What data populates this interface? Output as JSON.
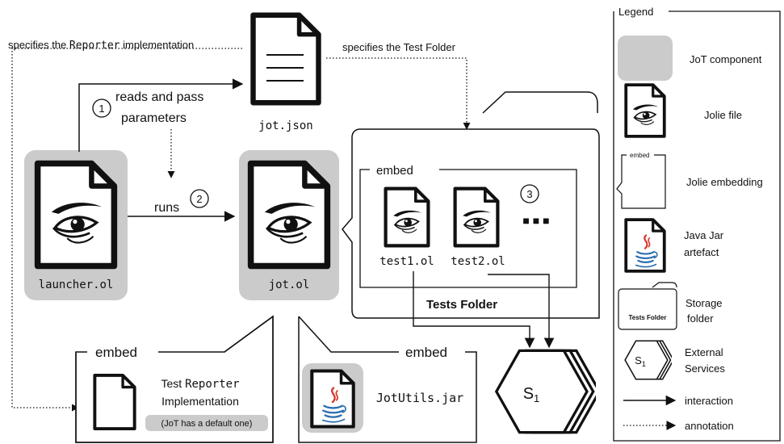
{
  "annotations": {
    "reporter_prefix": "specifies the ",
    "reporter_code": "Reporter",
    "reporter_suffix": " implementation",
    "test_folder": "specifies the Test Folder"
  },
  "steps": {
    "one": "1",
    "one_line1": "reads and pass",
    "one_line2": "parameters",
    "two": "2",
    "two_label": "runs",
    "three": "3"
  },
  "files": {
    "jot_json": "jot.json",
    "launcher": "launcher.ol",
    "jot_ol": "jot.ol",
    "test1": "test1.ol",
    "test2": "test2.ol",
    "ellipsis": "■ ■ ■",
    "jotutils": "JotUtils.jar"
  },
  "embeds": {
    "inner": "embed",
    "reporter": "embed",
    "jar": "embed"
  },
  "folder": {
    "label": "Tests Folder"
  },
  "reporter": {
    "line1_prefix": "Test ",
    "line1_code": "Reporter",
    "line2": "Implementation",
    "note": "(JoT has a default one)"
  },
  "service": {
    "label": "S",
    "sub": "1"
  },
  "legend": {
    "title": "Legend",
    "jot_component": "JoT component",
    "jolie_file": "Jolie file",
    "embed_tag": "embed",
    "jolie_embedding": "Jolie embedding",
    "java_jar_1": "Java Jar",
    "java_jar_2": "artefact",
    "folder_mini": "Tests Folder",
    "storage_1": "Storage",
    "storage_2": "folder",
    "ext_1": "External",
    "ext_2": "Services",
    "service_label": "S",
    "service_sub": "1",
    "interaction": "interaction",
    "annotation": "annotation"
  },
  "colors": {
    "component_fill": "#cbcbcb",
    "ink": "#111111",
    "java_red": "#d8372a",
    "java_blue": "#2d6fb0"
  }
}
